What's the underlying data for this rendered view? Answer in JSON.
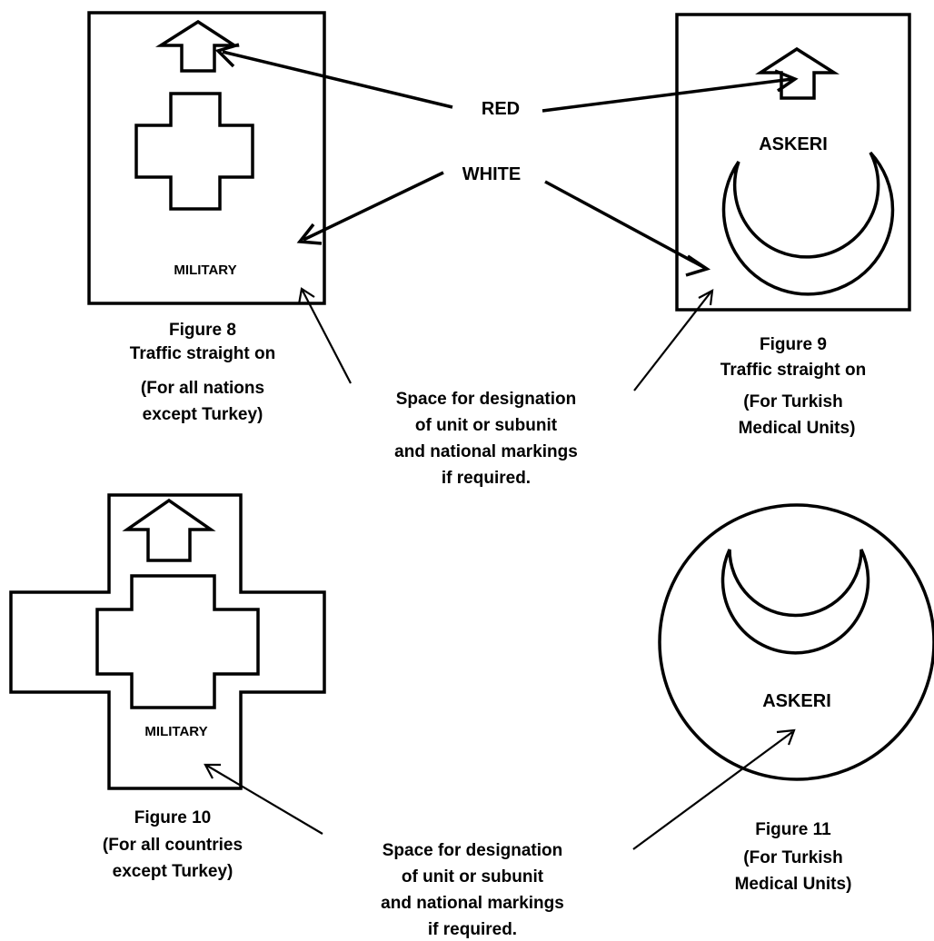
{
  "colors": {
    "ink": "#000000",
    "background": "#ffffff"
  },
  "labels": {
    "red": "RED",
    "white": "WHITE",
    "military_fig8": "MILITARY",
    "askeri_fig9": "ASKERI",
    "military_fig10": "MILITARY",
    "askeri_fig11": "ASKERI"
  },
  "figure8": {
    "title": "Figure 8",
    "lines": [
      "Traffic straight on",
      "(For all nations",
      "except Turkey)"
    ]
  },
  "figure9": {
    "title": "Figure 9",
    "lines": [
      "Traffic straight on",
      "(For Turkish",
      "Medical Units)"
    ]
  },
  "figure10": {
    "title": "Figure 10",
    "lines": [
      "(For all countries",
      "except Turkey)"
    ]
  },
  "figure11": {
    "title": "Figure 11",
    "lines": [
      "(For Turkish",
      "Medical Units)"
    ]
  },
  "space_note_top": [
    "Space for designation",
    "of unit or subunit",
    "and national markings",
    "if required."
  ],
  "space_note_bottom": [
    "Space for designation",
    "of unit or subunit",
    "and national markings",
    "if required."
  ]
}
